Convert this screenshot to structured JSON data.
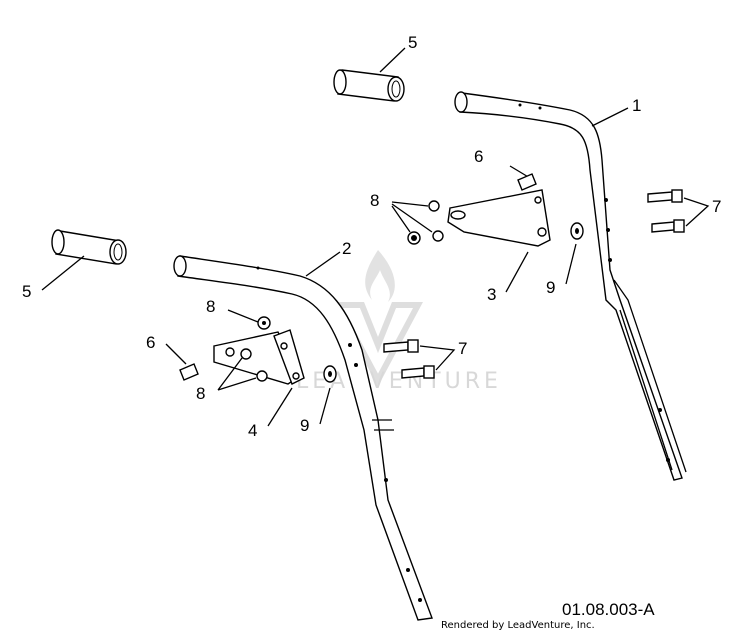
{
  "callouts": {
    "c5a": "5",
    "c5b": "5",
    "c1": "1",
    "c2": "2",
    "c3": "3",
    "c4": "4",
    "c6a": "6",
    "c6b": "6",
    "c7a": "7",
    "c7b": "7",
    "c8a": "8",
    "c8b": "8",
    "c8c": "8",
    "c9a": "9",
    "c9b": "9"
  },
  "reference_code": "01.08.003-A",
  "credit": "Rendered by LeadVenture, Inc.",
  "watermark": {
    "text": "LEADVENTURE",
    "icon": "flame-icon",
    "color": "#d8d8d8"
  }
}
